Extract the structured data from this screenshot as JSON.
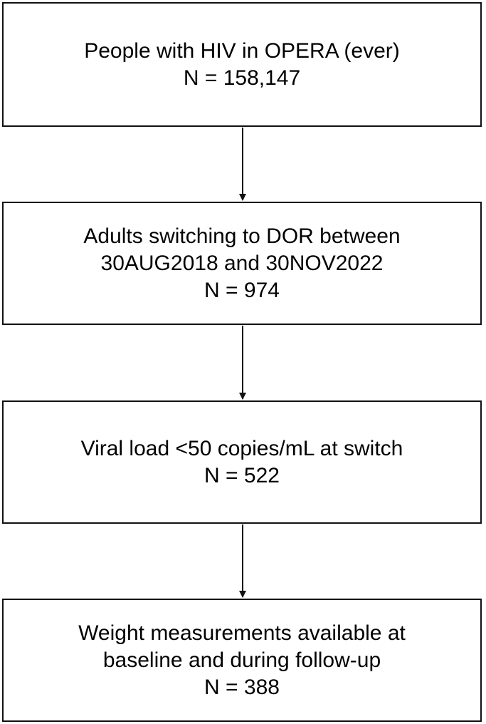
{
  "boxes": [
    {
      "lines": [
        "People with HIV in OPERA (ever)",
        "N = 158,147"
      ]
    },
    {
      "lines": [
        "Adults switching to DOR between",
        "30AUG2018 and 30NOV2022",
        "N = 974"
      ]
    },
    {
      "lines": [
        "Viral load <50 copies/mL at switch",
        "N = 522"
      ]
    },
    {
      "lines": [
        "Weight measurements available at",
        "baseline and during follow-up",
        "N = 388"
      ]
    }
  ],
  "colors": {
    "border": "#111111",
    "text": "#000000",
    "arrow": "#111111",
    "background": "#ffffff"
  }
}
